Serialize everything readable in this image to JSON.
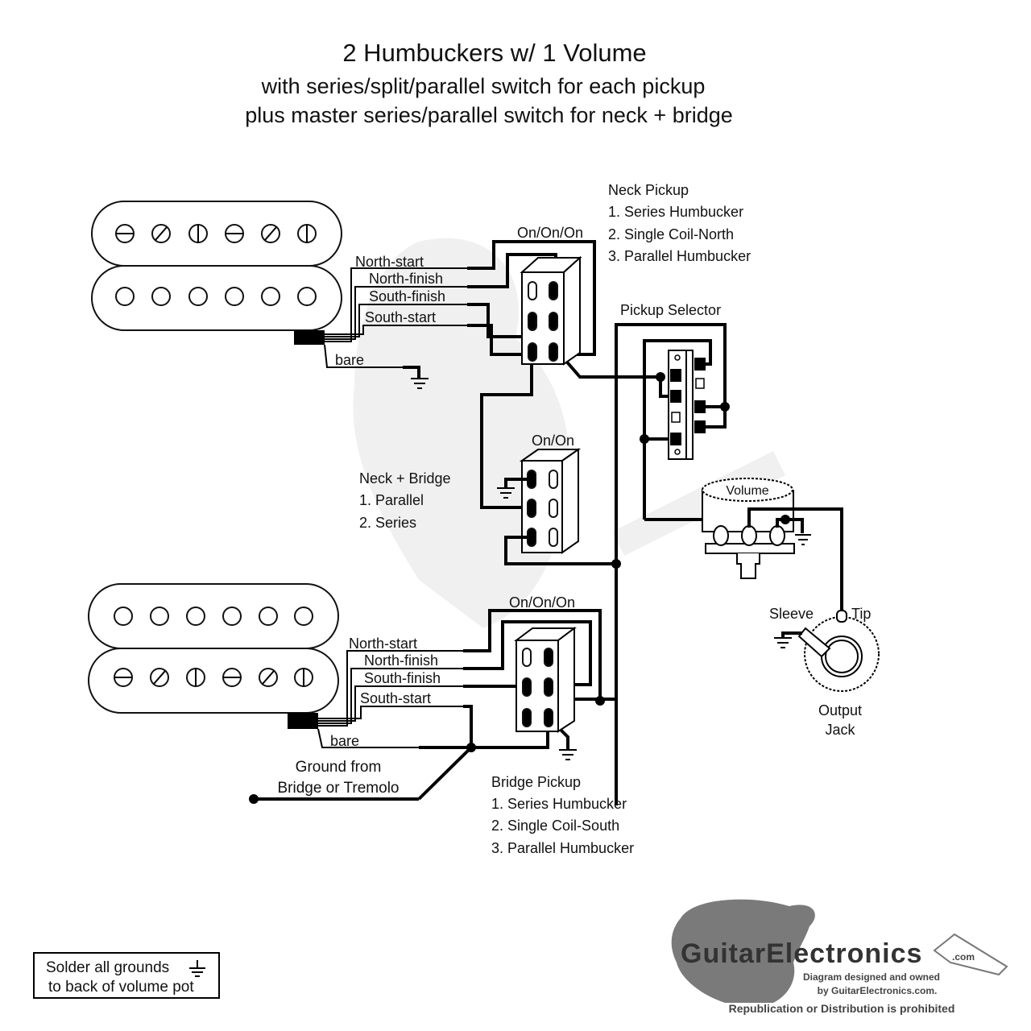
{
  "title": "2 Humbuckers w/ 1 Volume",
  "subtitle_lines": [
    "with series/split/parallel switch for each pickup",
    "plus master series/parallel switch for neck + bridge"
  ],
  "neck_pickup": {
    "heading": "Neck Pickup",
    "positions": [
      "1. Series Humbucker",
      "2. Single Coil-North",
      "3. Parallel Humbucker"
    ],
    "switch_label": "On/On/On",
    "wires": [
      "North-start",
      "North-finish",
      "South-finish",
      "South-start"
    ],
    "bare_label": "bare"
  },
  "bridge_pickup": {
    "heading": "Bridge Pickup",
    "positions": [
      "1. Series Humbucker",
      "2. Single Coil-South",
      "3. Parallel Humbucker"
    ],
    "switch_label": "On/On/On",
    "wires": [
      "North-start",
      "North-finish",
      "South-finish",
      "South-start"
    ],
    "bare_label": "bare"
  },
  "master_switch": {
    "heading": "Neck + Bridge",
    "positions": [
      "1. Parallel",
      "2. Series"
    ],
    "switch_label": "On/On"
  },
  "pickup_selector": {
    "label": "Pickup Selector"
  },
  "volume_pot": {
    "label": "Volume"
  },
  "output_jack": {
    "sleeve": "Sleeve",
    "tip": "Tip",
    "label_line1": "Output",
    "label_line2": "Jack"
  },
  "ground_note": {
    "line1": "Ground from",
    "line2": "Bridge or Tremolo"
  },
  "solder_note": {
    "line1": "Solder all grounds",
    "line2": "to back of volume pot"
  },
  "logo": {
    "brand": "GuitarElectronics",
    "brand_suffix": ".com",
    "credit_line1": "Diagram designed and owned",
    "credit_line2": "by GuitarElectronics.com.",
    "notice": "Republication or Distribution is prohibited"
  }
}
